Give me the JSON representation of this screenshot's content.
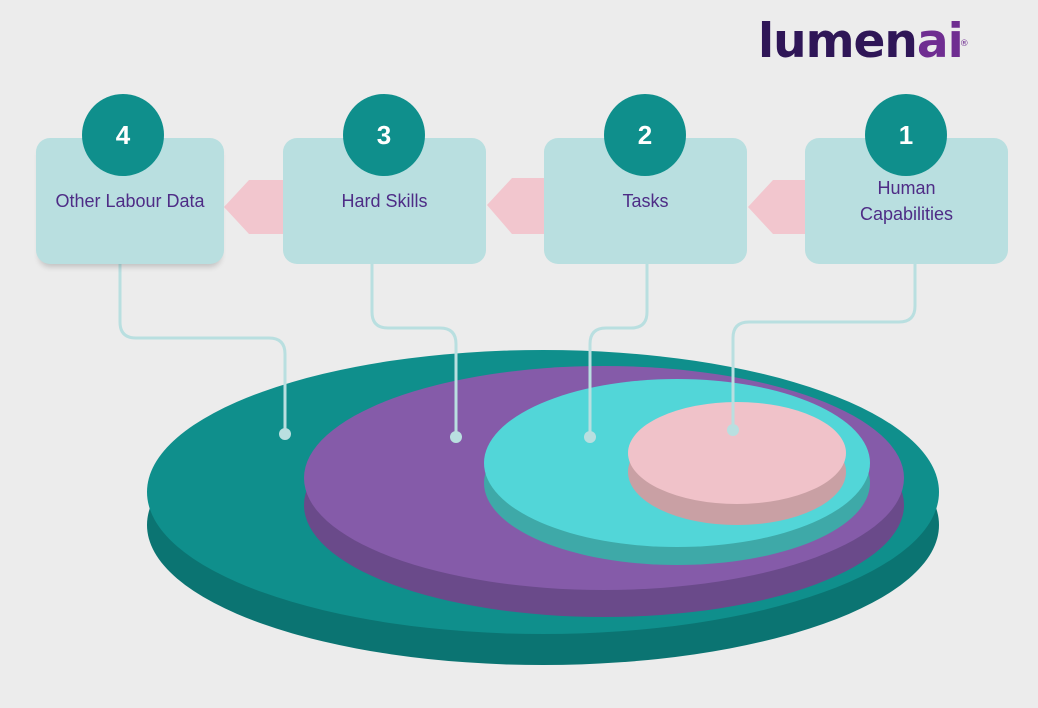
{
  "brand": {
    "logo_main": "lumen",
    "logo_accent": "ai",
    "logo_mark": "®"
  },
  "colors": {
    "teal": "#0f8f8c",
    "teal_dark": "#0b7472",
    "purple": "#855ba9",
    "purple_dark": "#6a4a8a",
    "cyan": "#52d6d8",
    "cyan_dark": "#3ea9a8",
    "pink": "#f0c2c9",
    "pink_dark": "#c9a0a4",
    "box_bg": "#b9dfe0",
    "box_text": "#4e2c86",
    "connector": "#b9dfe0",
    "arrow": "#f2c6ce"
  },
  "steps": [
    {
      "number": "1",
      "label": "Human Capabilities"
    },
    {
      "number": "2",
      "label": "Tasks"
    },
    {
      "number": "3",
      "label": "Hard Skills"
    },
    {
      "number": "4",
      "label": "Other Labour Data"
    }
  ]
}
